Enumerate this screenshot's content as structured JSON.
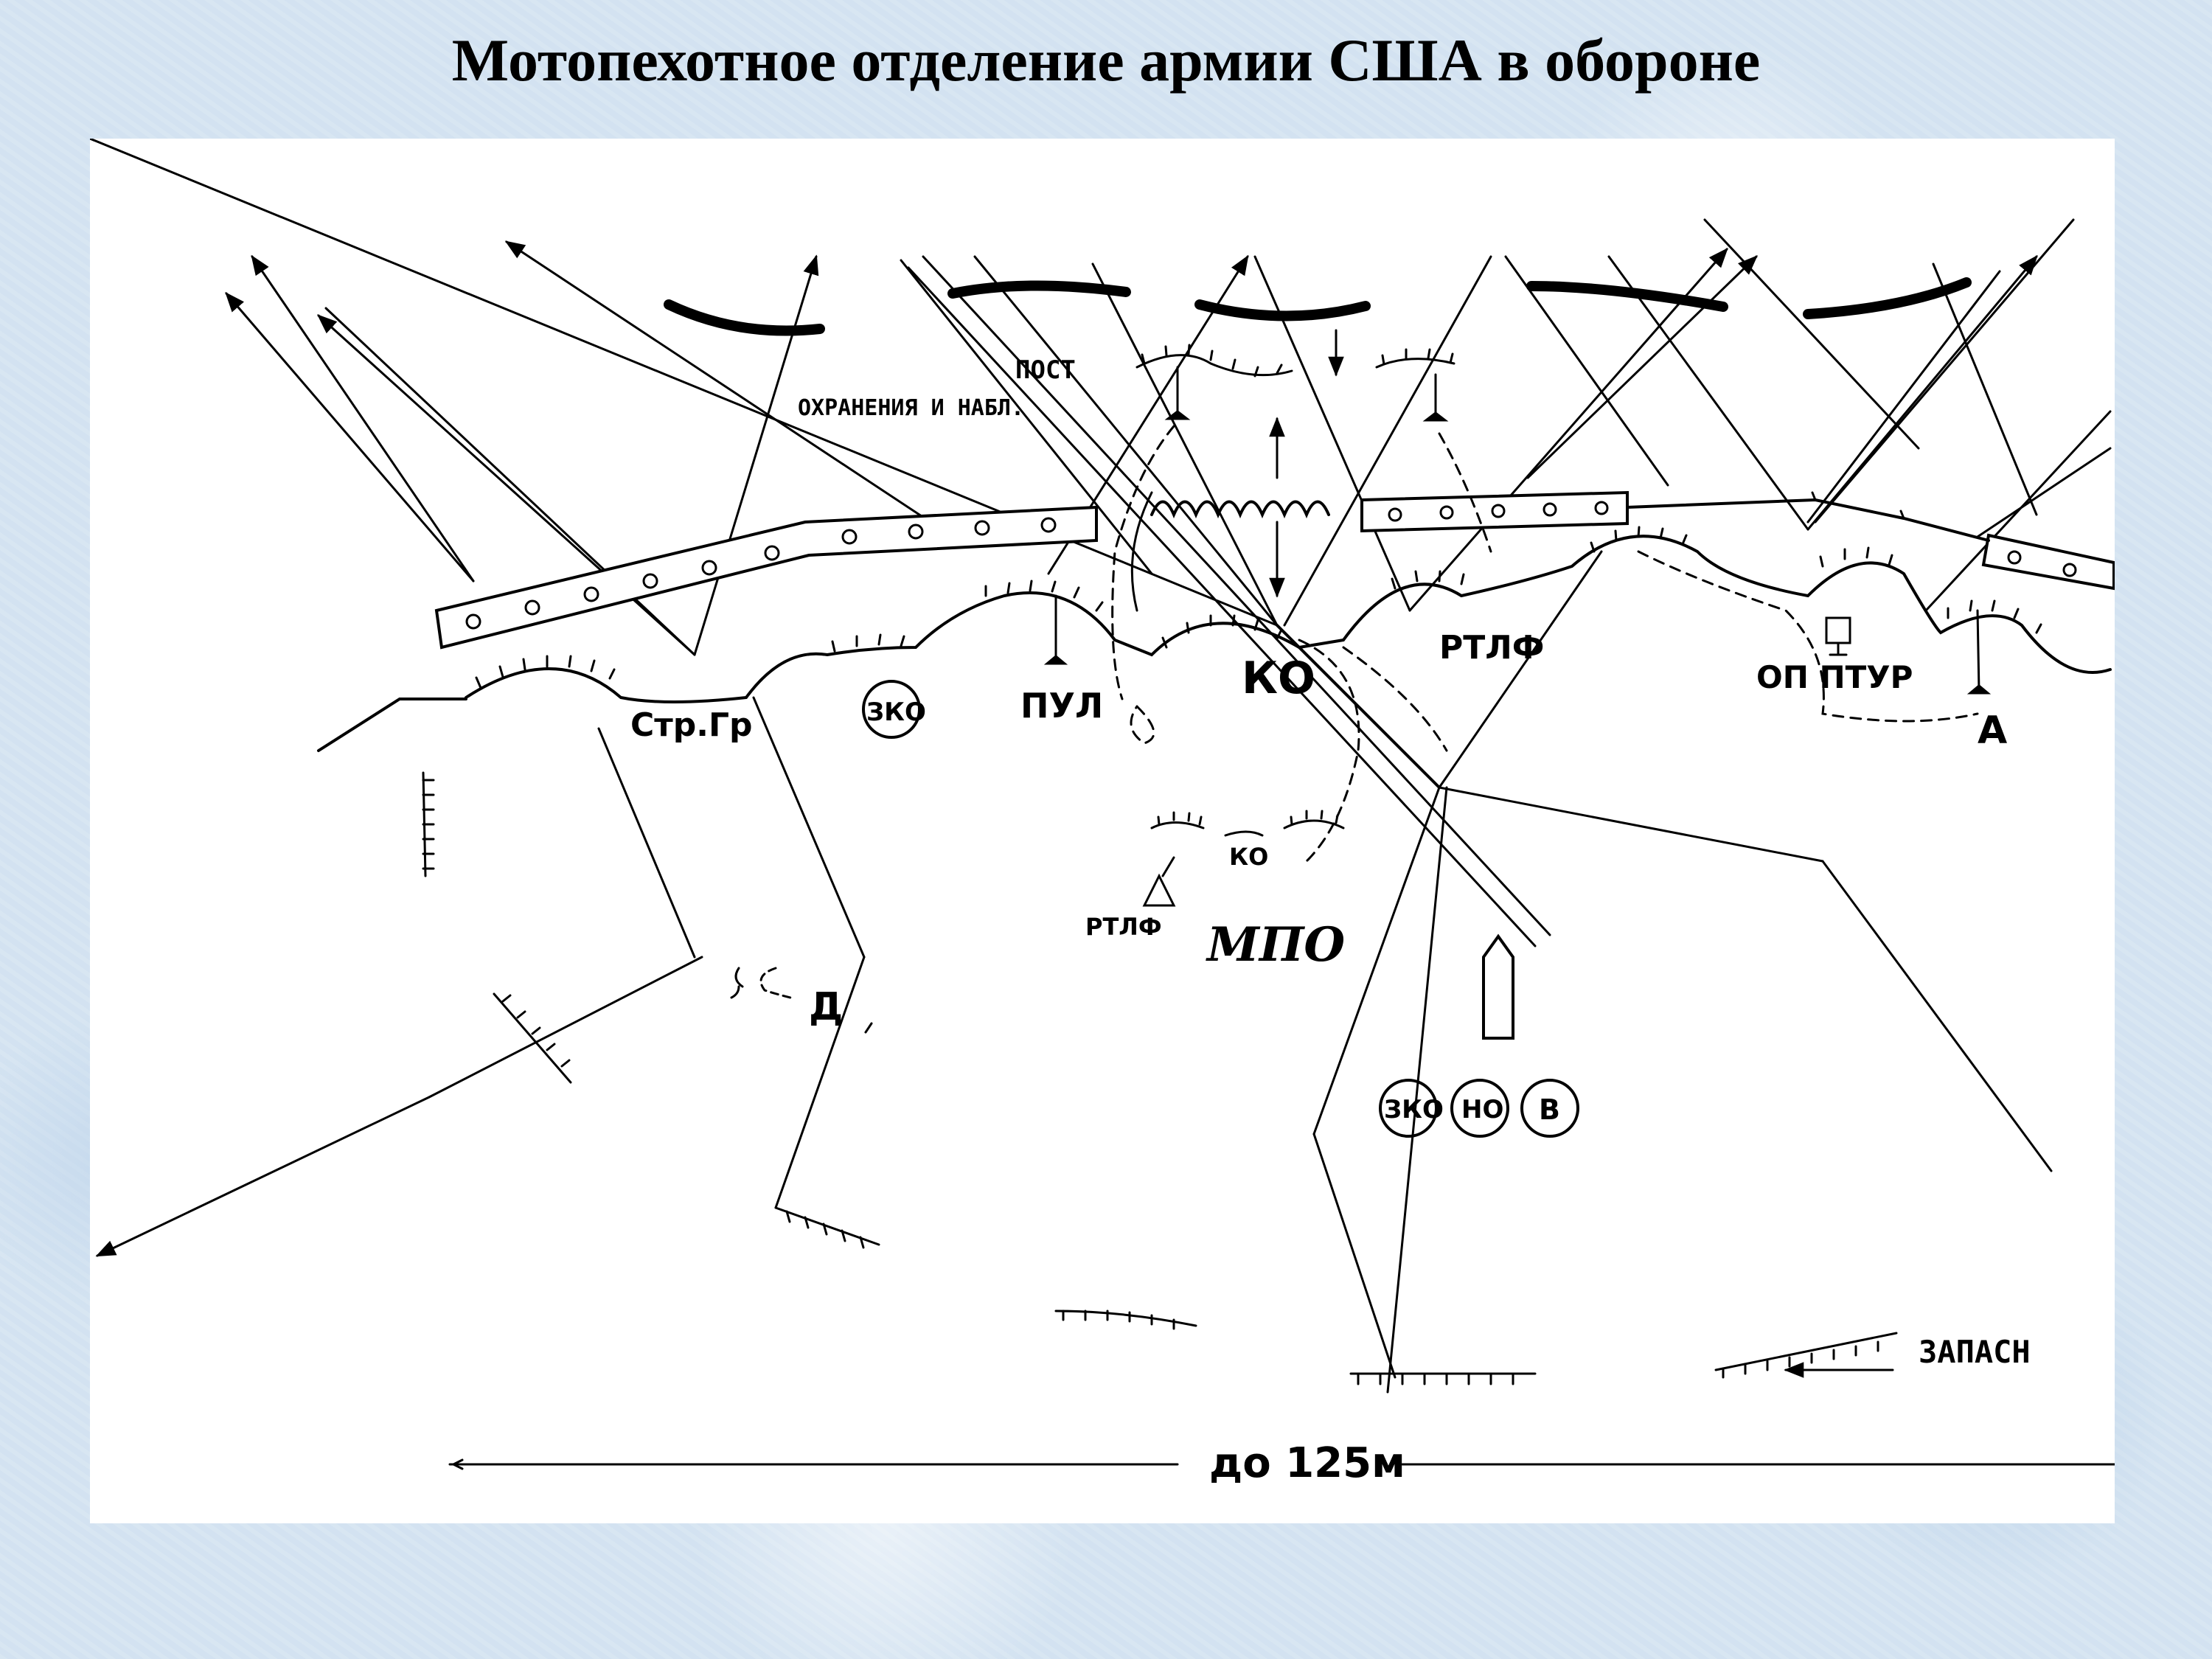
{
  "title": "Мотопехотное отделение армии США в обороне",
  "labels": {
    "post_line1": "ПОСТ",
    "post_line2": "ОХРАНЕНИЯ И НАБЛ.",
    "str_gr": "Стр.Гр",
    "zko": "ЗКО",
    "pul": "ПУЛ",
    "ko": "КО",
    "rtlf": "РТЛФ",
    "op_ptur": "ОП ПТУР",
    "a": "А",
    "ko_small": "КО",
    "rtlf_small": "РТЛФ",
    "mpo": "МПО",
    "d": "Д",
    "zko2": "ЗКО",
    "no": "НО",
    "v": "В",
    "zapasn": "ЗАПАСН",
    "distance": "до 125м"
  }
}
